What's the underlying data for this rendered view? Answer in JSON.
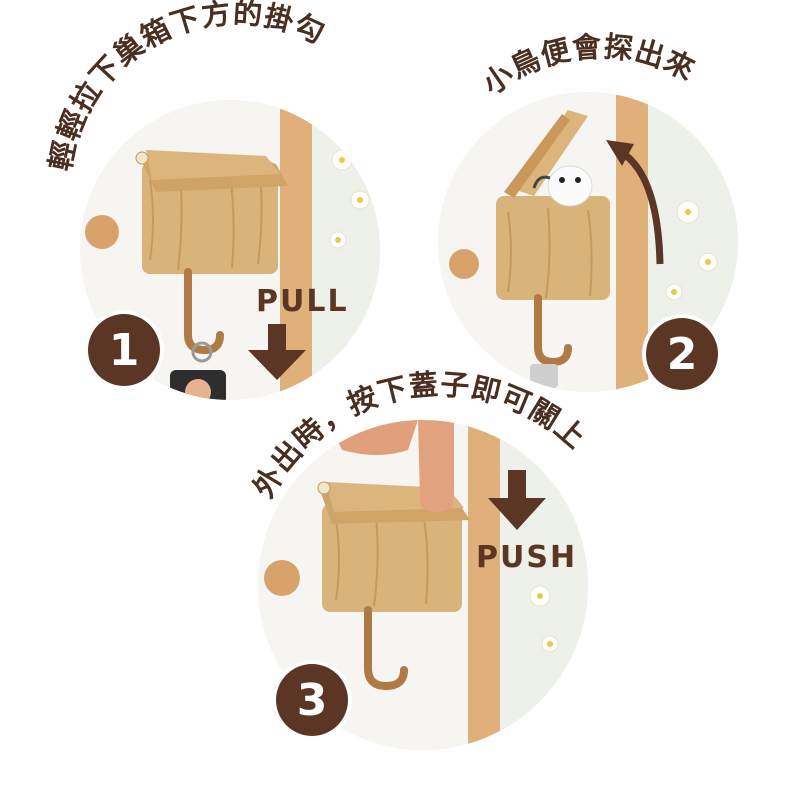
{
  "steps": [
    {
      "number": "1",
      "caption": "輕輕拉下巢箱下方的掛勾",
      "action": "PULL"
    },
    {
      "number": "2",
      "caption": "小鳥便會探出來",
      "action": ""
    },
    {
      "number": "3",
      "caption": "外出時，按下蓋子即可關上",
      "action": "PUSH"
    }
  ],
  "colors": {
    "badge": "#5b3624",
    "text": "#5b3624",
    "wood": "#d9b47a",
    "pillar": "#e2b47e"
  }
}
